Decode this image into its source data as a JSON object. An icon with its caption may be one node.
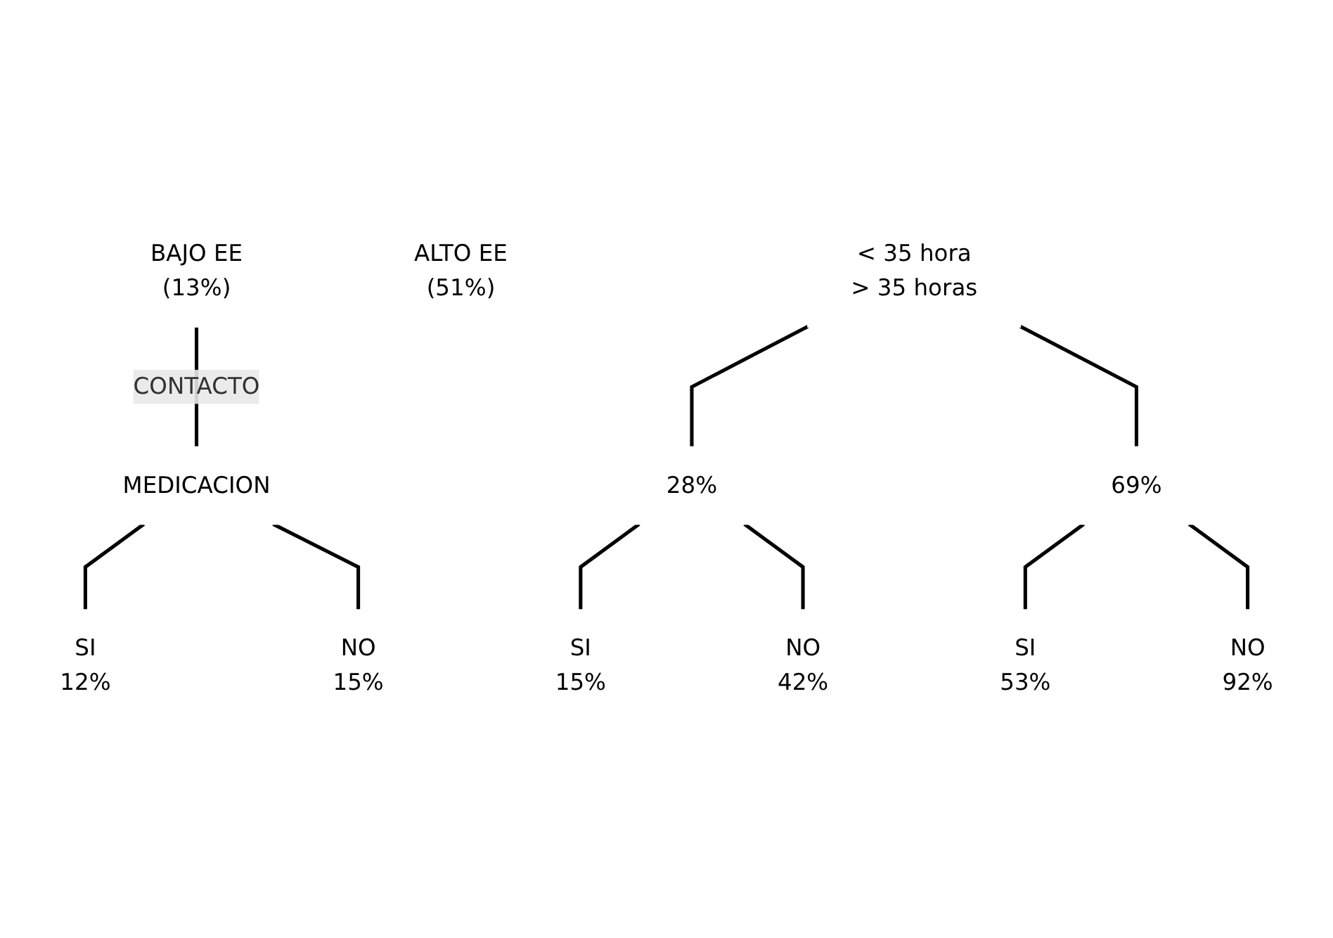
{
  "diagram": {
    "nodes": [
      {
        "text": [
          "BAJO EE",
          "(13%)"
        ]
      },
      {
        "text": [
          "MEDICACION"
        ]
      },
      {
        "text": [
          "SI",
          "12%"
        ]
      },
      {
        "text": [
          "NO",
          "15%"
        ]
      },
      {
        "text": [
          "ALTO EE",
          "(51%)"
        ]
      },
      {
        "text": [
          "< 35 hora",
          "> 35 horas"
        ]
      },
      {
        "text": [
          "28%"
        ]
      },
      {
        "text": [
          "69%"
        ]
      },
      {
        "text": [
          "SI",
          "15%"
        ]
      },
      {
        "text": [
          "NO",
          "42%"
        ]
      },
      {
        "text": [
          "SI",
          "53%"
        ]
      },
      {
        "text": [
          "NO",
          "92%"
        ]
      }
    ],
    "edges": [
      {
        "from": 0,
        "to": 1,
        "arrow": "none",
        "label": "CONTACTO"
      },
      {
        "from": 1,
        "to": 2,
        "arrow": "none"
      },
      {
        "from": 1,
        "to": 3,
        "arrow": "none"
      },
      {
        "from": 5,
        "to": 6,
        "arrow": "none"
      },
      {
        "from": 5,
        "to": 7,
        "arrow": "none"
      },
      {
        "from": 6,
        "to": 8,
        "arrow": "none"
      },
      {
        "from": 6,
        "to": 9,
        "arrow": "none"
      },
      {
        "from": 7,
        "to": 10,
        "arrow": "none"
      },
      {
        "from": 7,
        "to": 11,
        "arrow": "none"
      }
    ]
  }
}
